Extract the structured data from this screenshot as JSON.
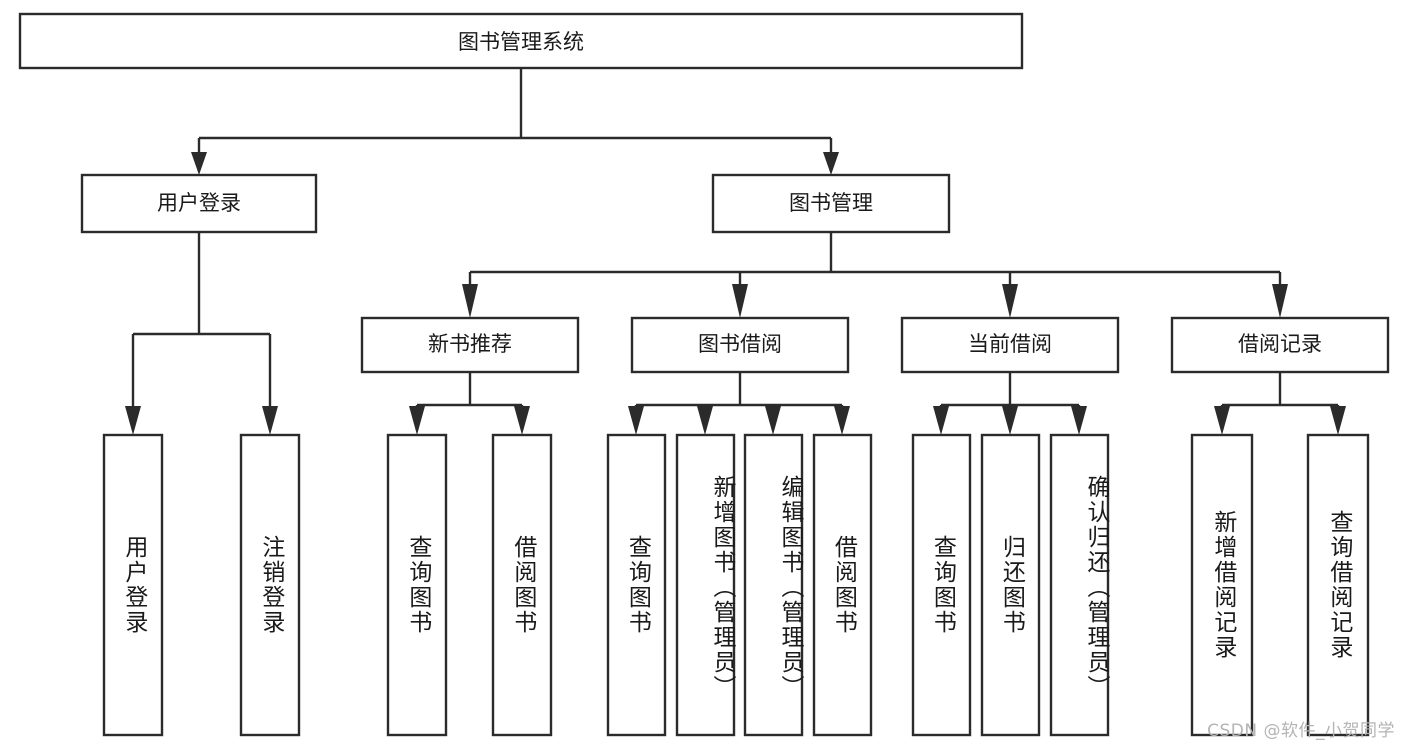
{
  "diagram": {
    "type": "tree",
    "title": "图书管理系统",
    "watermark": "CSDN @软件_小贺同学",
    "colors": {
      "stroke": "#2b2b2b",
      "fill": "#ffffff",
      "text": "#1a1a1a",
      "watermark": "#b4b4b4",
      "background": "#ffffff"
    },
    "root": {
      "label": "图书管理系统",
      "orientation": "horizontal"
    },
    "level2": [
      {
        "label": "用户登录",
        "orientation": "horizontal"
      },
      {
        "label": "图书管理",
        "orientation": "horizontal"
      }
    ],
    "level3": [
      {
        "label": "新书推荐",
        "orientation": "horizontal",
        "parent": "图书管理"
      },
      {
        "label": "图书借阅",
        "orientation": "horizontal",
        "parent": "图书管理"
      },
      {
        "label": "当前借阅",
        "orientation": "horizontal",
        "parent": "图书管理"
      },
      {
        "label": "借阅记录",
        "orientation": "horizontal",
        "parent": "图书管理"
      }
    ],
    "leaves": {
      "用户登录": [
        {
          "label": "用户登录",
          "orientation": "vertical"
        },
        {
          "label": "注销登录",
          "orientation": "vertical"
        }
      ],
      "新书推荐": [
        {
          "label": "查询图书",
          "orientation": "vertical"
        },
        {
          "label": "借阅图书",
          "orientation": "vertical"
        }
      ],
      "图书借阅": [
        {
          "label": "查询图书",
          "orientation": "vertical"
        },
        {
          "label": "新增图书（管理员）",
          "orientation": "vertical"
        },
        {
          "label": "编辑图书（管理员）",
          "orientation": "vertical"
        },
        {
          "label": "借阅图书",
          "orientation": "vertical"
        }
      ],
      "当前借阅": [
        {
          "label": "查询图书",
          "orientation": "vertical"
        },
        {
          "label": "归还图书",
          "orientation": "vertical"
        },
        {
          "label": "确认归还（管理员）",
          "orientation": "vertical"
        }
      ],
      "借阅记录": [
        {
          "label": "新增借阅记录",
          "orientation": "vertical"
        },
        {
          "label": "查询借阅记录",
          "orientation": "vertical"
        }
      ]
    }
  }
}
